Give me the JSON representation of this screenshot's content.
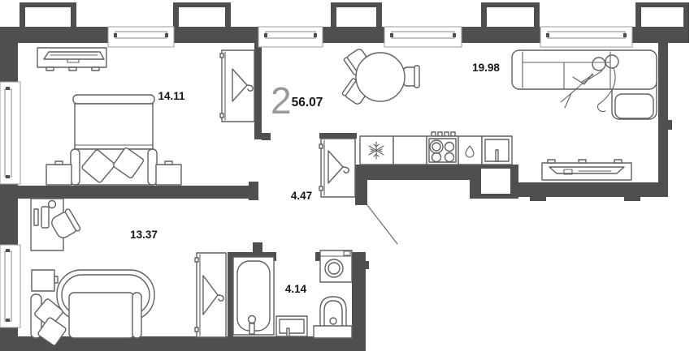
{
  "floor_plan": {
    "type": "apartment-floor-plan",
    "apartment": {
      "rooms_count": "2",
      "total_area": "56.07"
    },
    "rooms": [
      {
        "name": "bedroom",
        "area": "14.11"
      },
      {
        "name": "living-kitchen",
        "area": "19.98"
      },
      {
        "name": "room",
        "area": "13.37"
      },
      {
        "name": "hallway",
        "area": "4.47"
      },
      {
        "name": "bathroom",
        "area": "4.14"
      }
    ],
    "icons": [
      "hanger-icon",
      "snowflake-icon",
      "water-drop-icon",
      "stove-burners-icon",
      "sink-icon",
      "bathtub-icon",
      "toilet-icon",
      "washing-machine-icon",
      "hanger-icon",
      "hanger-icon"
    ],
    "colors": {
      "wall": "#4e4f51",
      "furniture_line": "#5f6065",
      "text": "#161616",
      "rooms_count_text": "#9a9a9e",
      "background": "#ffffff"
    }
  }
}
